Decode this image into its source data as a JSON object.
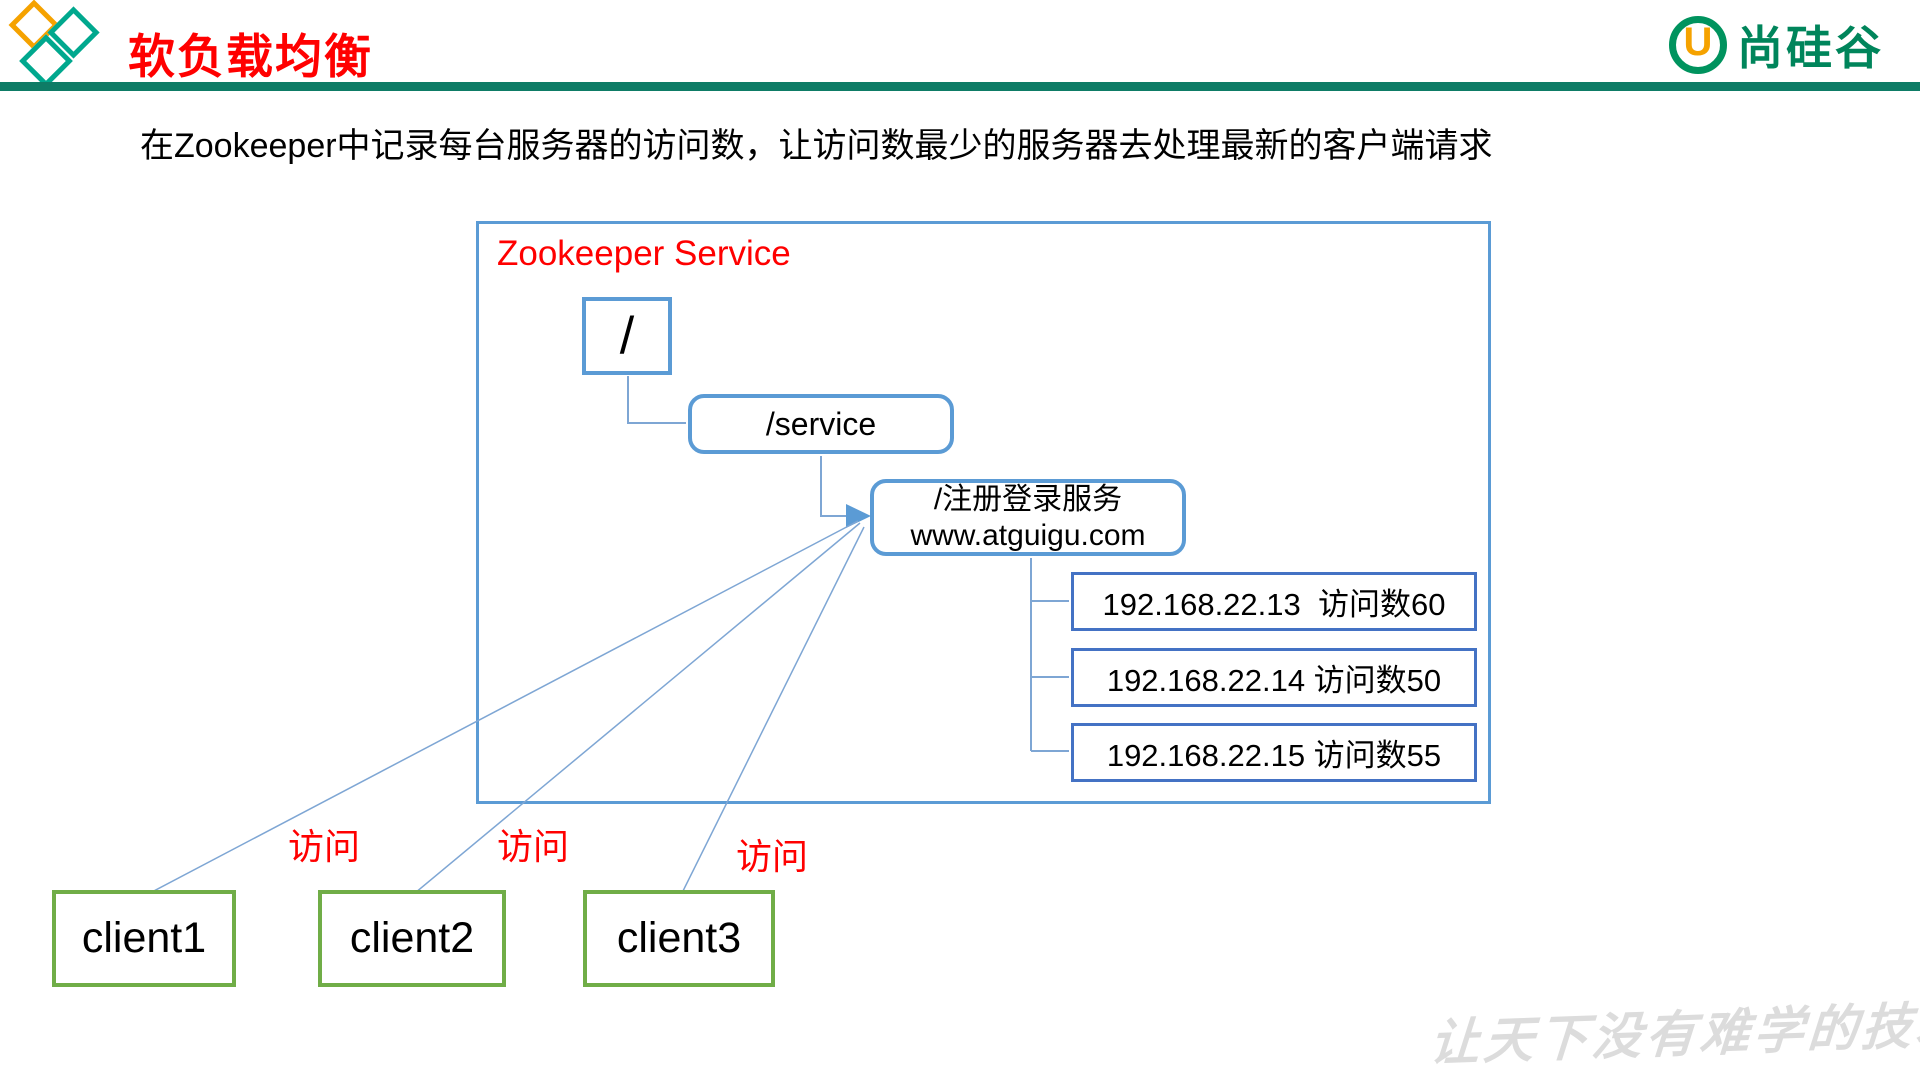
{
  "header": {
    "title": "软负载均衡",
    "brand_name": "尚硅谷",
    "brand_u": "U",
    "colors": {
      "title_red": "#FF0000",
      "bar_teal": "#0E7C66",
      "diamond_orange": "#F5A200",
      "diamond_teal": "#00A88E",
      "brand_green": "#00855B"
    }
  },
  "description": "在Zookeeper中记录每台服务器的访问数，让访问数最少的服务器去处理最新的客户端请求",
  "diagram": {
    "container_label": "Zookeeper Service",
    "nodes": {
      "root": "/",
      "service": "/service",
      "register_line1": "/注册登录服务",
      "register_line2": "www.atguigu.com"
    },
    "servers": [
      "192.168.22.13  访问数60",
      "192.168.22.14 访问数50",
      "192.168.22.15 访问数55"
    ],
    "clients": [
      "client1",
      "client2",
      "client3"
    ],
    "access_labels": [
      "访问",
      "访问",
      "访问"
    ],
    "colors": {
      "node_border_blue": "#5B9BD5",
      "server_border_blue": "#4472C4",
      "client_border_green": "#70AD47",
      "connector_blue": "#7EA6D4",
      "label_red": "#FF0000"
    }
  },
  "watermark": "让天下没有难学的技术"
}
